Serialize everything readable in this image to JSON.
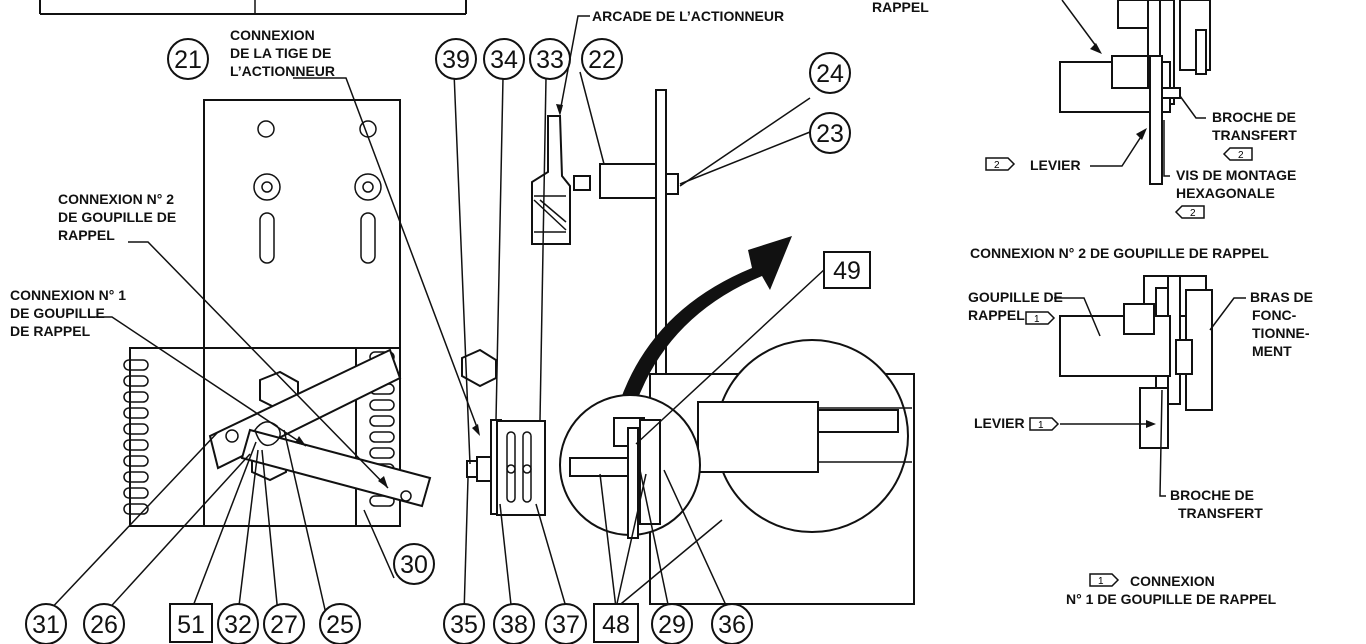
{
  "balloons": {
    "b21": "21",
    "b39": "39",
    "b34": "34",
    "b33": "33",
    "b22": "22",
    "b24": "24",
    "b23": "23",
    "b49": "49",
    "b30": "30",
    "b31": "31",
    "b26": "26",
    "b51": "51",
    "b32": "32",
    "b27": "27",
    "b25": "25",
    "b35": "35",
    "b38": "38",
    "b37": "37",
    "b48": "48",
    "b29": "29",
    "b36": "36"
  },
  "labels": {
    "connexion_tige": [
      "CONNEXION",
      "DE LA TIGE DE",
      "L’ACTIONNEUR"
    ],
    "arcade": "ARCADE DE L’ACTIONNEUR",
    "rappel_top": "RAPPEL",
    "conn2_left": [
      "CONNEXION N° 2",
      "DE GOUPILLE DE",
      "RAPPEL"
    ],
    "conn1_left": [
      "CONNEXION N° 1",
      "DE GOUPILLE",
      "DE RAPPEL"
    ],
    "broche_transfert_top": [
      "BROCHE DE",
      "TRANSFERT"
    ],
    "levier_top": "LEVIER",
    "vis_montage": [
      "VIS DE MONTAGE",
      "HEXAGONALE"
    ],
    "conn2_title": "CONNEXION N° 2 DE GOUPILLE DE RAPPEL",
    "goupille_rappel": [
      "GOUPILLE DE",
      "RAPPEL"
    ],
    "bras": [
      "BRAS DE",
      "FONC-",
      "TIONNE-",
      "MENT"
    ],
    "levier_bottom": "LEVIER",
    "broche_transfert_bottom": [
      "BROCHE DE",
      "TRANSFERT"
    ],
    "conn1_title": [
      "CONNEXION",
      "N° 1 DE GOUPILLE DE RAPPEL"
    ],
    "note1": "1",
    "note2": "2"
  }
}
